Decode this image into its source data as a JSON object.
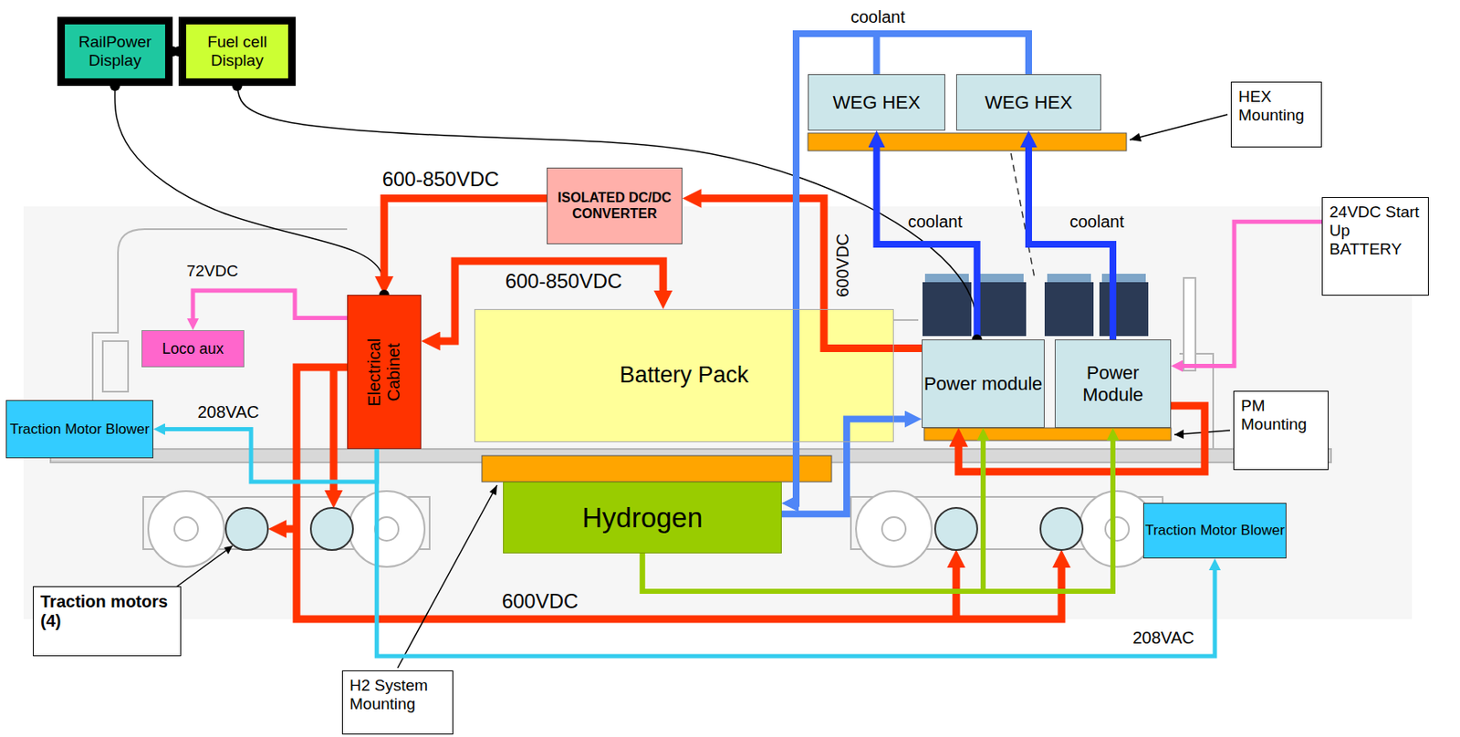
{
  "diagram": {
    "nodes": [
      {
        "text": [
          "RailPower Display"
        ]
      },
      {
        "text": [
          "Fuel cell Display"
        ]
      },
      {
        "text": [
          "WEG HEX"
        ]
      },
      {
        "text": [
          "WEG HEX"
        ]
      },
      {
        "text": [
          "HEX Mounting"
        ]
      },
      {
        "text": [
          "ISOLATED DC/DC CONVERTER"
        ]
      },
      {
        "text": [
          "24VDC Start Up BATTERY"
        ]
      },
      {
        "text": [
          "Loco aux"
        ]
      },
      {
        "text": [
          "Electrical Cabinet"
        ]
      },
      {
        "text": [
          "Battery Pack"
        ]
      },
      {
        "text": [
          "Power module"
        ]
      },
      {
        "text": [
          "Power Module"
        ]
      },
      {
        "text": [
          "PM Mounting"
        ]
      },
      {
        "text": [
          "Traction Motor Blower"
        ]
      },
      {
        "text": [
          "Hydrogen"
        ]
      },
      {
        "text": [
          "Traction Motor Blower"
        ]
      },
      {
        "text": [
          "Traction motors (4)"
        ]
      },
      {
        "text": [
          "H2 System Mounting"
        ]
      }
    ],
    "edges": [
      {
        "from": 0,
        "to": 1,
        "arrow": "none"
      },
      {
        "from": 0,
        "to": 8,
        "arrow": "none"
      },
      {
        "from": 1,
        "to": 10,
        "arrow": "none"
      },
      {
        "from": 8,
        "to": 7,
        "arrow": "to"
      },
      {
        "from": 8,
        "to": 13,
        "arrow": "to"
      },
      {
        "from": 8,
        "to": 15,
        "arrow": "to"
      },
      {
        "from": 5,
        "to": 8,
        "arrow": "to"
      },
      {
        "from": 10,
        "to": 5,
        "arrow": "to"
      },
      {
        "from": 8,
        "to": 9,
        "arrow": "both"
      },
      {
        "from": 6,
        "to": 11,
        "arrow": "to"
      },
      {
        "from": 11,
        "to": 10,
        "arrow": "to"
      },
      {
        "from": 14,
        "to": 10,
        "arrow": "to"
      },
      {
        "from": 14,
        "to": 11,
        "arrow": "to"
      },
      {
        "from": 2,
        "to": 14,
        "arrow": "to"
      },
      {
        "from": 3,
        "to": 14,
        "arrow": "to"
      },
      {
        "from": 14,
        "to": 10,
        "arrow": "to"
      },
      {
        "from": 10,
        "to": 2,
        "arrow": "to"
      },
      {
        "from": 11,
        "to": 3,
        "arrow": "to"
      }
    ],
    "labels": [
      "coolant",
      "coolant",
      "coolant",
      "600-850VDC",
      "600-850VDC",
      "600VDC",
      "72VDC",
      "208VAC",
      "600VDC",
      "208VAC"
    ]
  }
}
